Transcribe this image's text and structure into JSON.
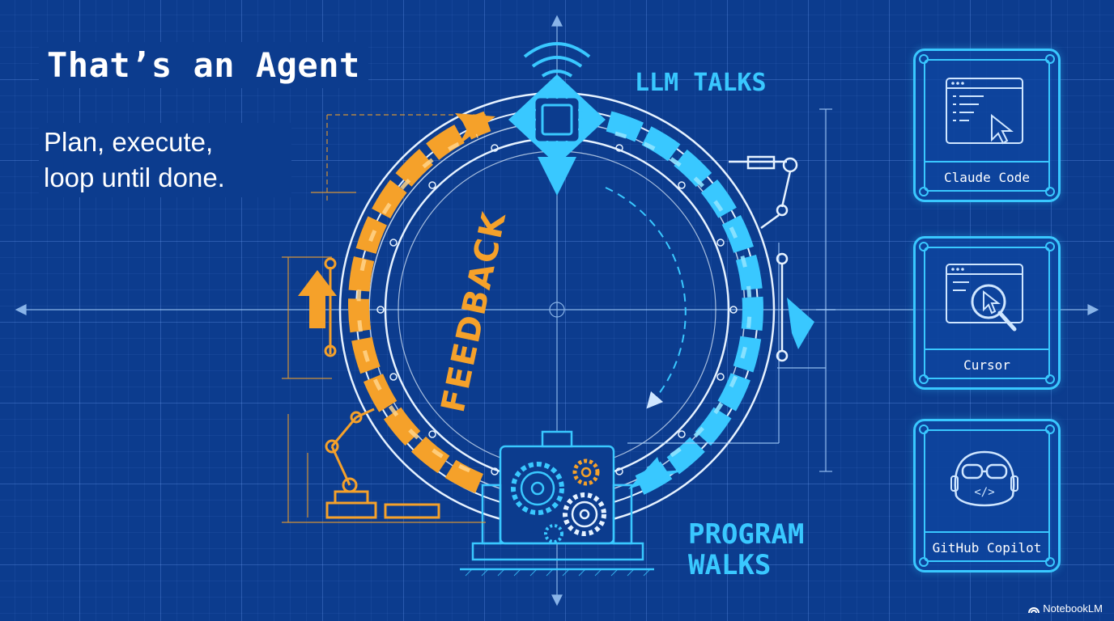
{
  "title": "That’s an Agent",
  "subtitle": [
    "Plan, execute,",
    "loop until done."
  ],
  "diagram": {
    "top_label": "LLM TALKS",
    "bottom_label": [
      "PROGRAM",
      "WALKS"
    ],
    "loop_label": "FEEDBACK",
    "top_icon": "cpu-chip-icon",
    "bottom_icon": "gears-machine-icon"
  },
  "tools": [
    {
      "label": "Claude Code",
      "icon": "terminal-cursor-icon"
    },
    {
      "label": "Cursor",
      "icon": "magnifier-cursor-icon"
    },
    {
      "label": "GitHub Copilot",
      "icon": "copilot-pilot-icon"
    }
  ],
  "watermark": "NotebookLM",
  "colors": {
    "background": "#0c3c8e",
    "cyan": "#39c8ff",
    "orange": "#f5a12a",
    "white": "#ffffff"
  }
}
